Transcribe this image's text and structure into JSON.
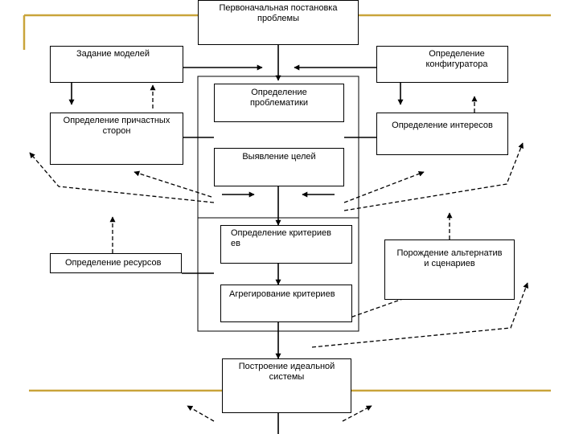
{
  "colors": {
    "accent_line": "#C9A43A",
    "stroke": "#000000"
  },
  "boxes": {
    "problem_statement": "Первоначальная постановка\nпроблемы",
    "model_setting": "Задание моделей",
    "configurator": "Определение\nконфигуратора",
    "problematics": "Определение\nпроблематики",
    "stakeholders": "Определение причастных\nсторон",
    "interests": "Определение интересов",
    "goals": "Выявление целей",
    "criteria": "Определение критериев\nев",
    "resources": "Определение ресурсов",
    "alternatives": "Порождение альтернатив\nи сценариев",
    "aggregation": "Агрегирование критериев",
    "ideal_system": "Построение идеальной\nсистемы"
  }
}
